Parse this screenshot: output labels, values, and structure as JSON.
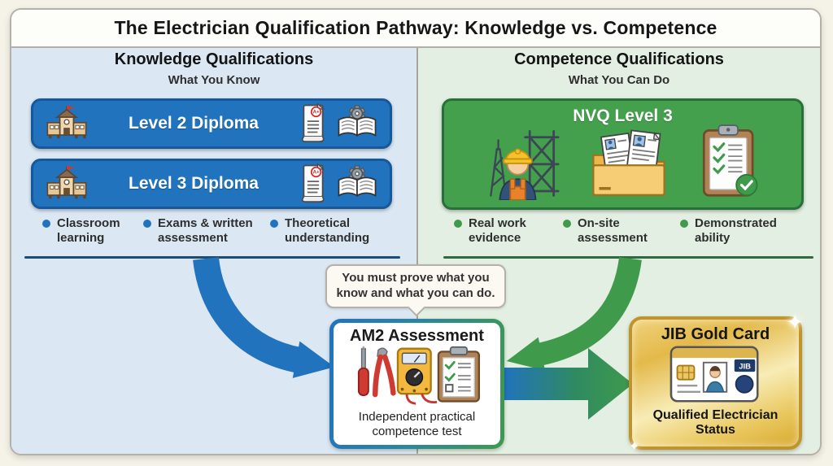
{
  "title": "The Electrician Qualification Pathway: Knowledge vs. Competence",
  "knowledge": {
    "heading": "Knowledge Qualifications",
    "subheading": "What You Know",
    "bars": [
      {
        "label": "Level 2 Diploma",
        "icons": [
          "school-icon",
          "certificate-icon",
          "book-gear-icon"
        ],
        "certificate_mark": "A+"
      },
      {
        "label": "Level 3 Diploma",
        "icons": [
          "school-icon",
          "certificate-icon",
          "book-gear-icon"
        ],
        "certificate_mark": "A+"
      }
    ],
    "bullets": [
      "Classroom learning",
      "Exams & written assessment",
      "Theoretical understanding"
    ]
  },
  "competence": {
    "heading": "Competence Qualifications",
    "subheading": "What You Can Do",
    "box_label": "NVQ Level 3",
    "box_icons": [
      "site-worker-icon",
      "evidence-folder-icon",
      "checklist-icon"
    ],
    "bullets": [
      "Real work evidence",
      "On-site assessment",
      "Demonstrated ability"
    ]
  },
  "callout": {
    "text": "You must prove what you know and what you can do."
  },
  "am2": {
    "title": "AM2 Assessment",
    "caption": "Independent practical competence test",
    "icons": [
      "screwdriver-icon",
      "pliers-icon",
      "multimeter-icon",
      "checklist-icon"
    ]
  },
  "jib": {
    "title": "JIB Gold Card",
    "caption": "Qualified Electrician Status",
    "card_logo": "JIB",
    "icon": "id-card-icon"
  },
  "colors": {
    "knowledge_accent": "#2173bd",
    "knowledge_panel": "#dbe8f4",
    "competence_accent": "#3f9a4c",
    "competence_panel": "#e3efe2",
    "gold": "#e3b94a",
    "jib_navy": "#1e3a66",
    "background": "#f5f2e8"
  }
}
